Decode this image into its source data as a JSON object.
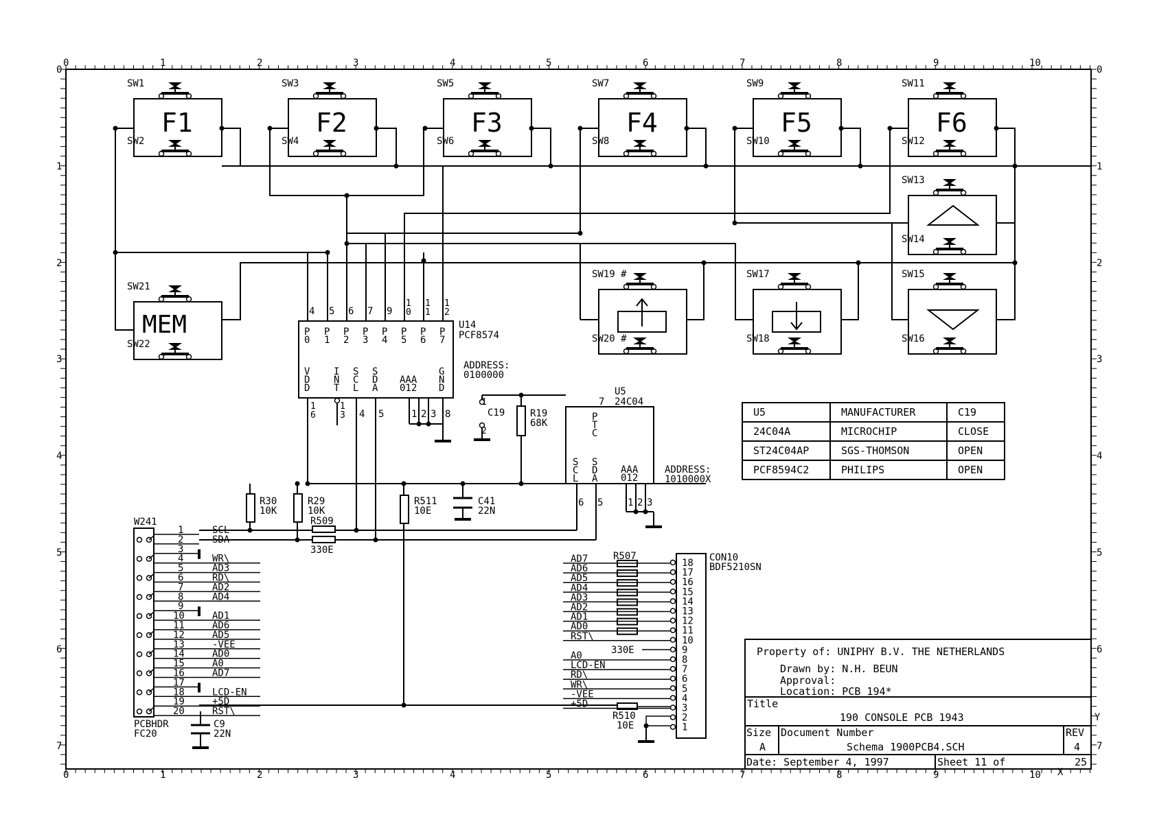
{
  "border": {
    "col_labels": [
      "0",
      "1",
      "2",
      "3",
      "4",
      "5",
      "6",
      "7",
      "8",
      "9",
      "10"
    ],
    "row_labels": [
      "0",
      "1",
      "2",
      "3",
      "4",
      "5",
      "6",
      "7"
    ],
    "x_mark": "X",
    "y_mark": "Y"
  },
  "switches": [
    {
      "top": "SW1",
      "bottom": "SW2",
      "key": "F1"
    },
    {
      "top": "SW3",
      "bottom": "SW4",
      "key": "F2"
    },
    {
      "top": "SW5",
      "bottom": "SW6",
      "key": "F3"
    },
    {
      "top": "SW7",
      "bottom": "SW8",
      "key": "F4"
    },
    {
      "top": "SW9",
      "bottom": "SW10",
      "key": "F5"
    },
    {
      "top": "SW11",
      "bottom": "SW12",
      "key": "F6"
    }
  ],
  "mem_switch": {
    "top": "SW21",
    "bottom": "SW22",
    "key": "MEM"
  },
  "arrow_switches": [
    {
      "top": "SW13",
      "bottom": "SW14",
      "key": "up-triangle"
    },
    {
      "top": "SW15",
      "bottom": "SW16",
      "key": "down-triangle"
    },
    {
      "top": "SW19 #",
      "bottom": "SW20 #",
      "key": "up-arrow"
    },
    {
      "top": "SW17",
      "bottom": "SW18",
      "key": "down-arrow"
    }
  ],
  "u14": {
    "ref": "U14",
    "part": "PCF8574",
    "top_pins": [
      "4",
      "5",
      "6",
      "7",
      "9",
      "10",
      "11",
      "12"
    ],
    "top_pin_names": [
      "P0",
      "P1",
      "P2",
      "P3",
      "P4",
      "P5",
      "P6",
      "P7"
    ],
    "bottom_pin_names": [
      "VDD",
      "INT",
      "SCL",
      "SDA",
      "A0",
      "A1",
      "A2",
      "GND"
    ],
    "bottom_pins": [
      "16",
      "13",
      "4",
      "5",
      "1",
      "2",
      "3",
      "8"
    ],
    "address_label": "ADDRESS:",
    "address_value": "0100000"
  },
  "u5": {
    "ref": "U5",
    "part": "24C04",
    "pin7": "7",
    "ptc": "PTC",
    "scl": "SCL",
    "sda": "SDA",
    "aaa": "AAA",
    "a012": "012",
    "pin_scl": "6",
    "pin_sda": "5",
    "pins_a": [
      "1",
      "2",
      "3"
    ],
    "address_label": "ADDRESS:",
    "address_value": "1010000X"
  },
  "c19": {
    "ref": "C19",
    "pin1": "1",
    "pin2": "2"
  },
  "r19": {
    "ref": "R19",
    "value": "68K"
  },
  "r30": {
    "ref": "R30",
    "value": "10K"
  },
  "r29": {
    "ref": "R29",
    "value": "10K"
  },
  "r511": {
    "ref": "R511",
    "value": "10E"
  },
  "c41": {
    "ref": "C41",
    "value": "22N"
  },
  "r509": {
    "ref": "R509",
    "value": "330E"
  },
  "r507": {
    "ref": "R507"
  },
  "r510": {
    "ref": "R510",
    "value": "10E"
  },
  "rnet_value": "330E",
  "c9": {
    "ref": "C9",
    "value": "22N"
  },
  "table": {
    "headers": [
      "U5",
      "MANUFACTURER",
      "C19"
    ],
    "rows": [
      [
        "24C04A",
        "MICROCHIP",
        "CLOSE"
      ],
      [
        "ST24C04AP",
        "SGS-THOMSON",
        "OPEN"
      ],
      [
        "PCF8594C2",
        "PHILIPS",
        "OPEN"
      ]
    ]
  },
  "w241": {
    "ref": "W241",
    "footer1": "PCBHDR",
    "footer2": "FC20",
    "pins": [
      "1",
      "2",
      "3",
      "4",
      "5",
      "6",
      "7",
      "8",
      "9",
      "10",
      "11",
      "12",
      "13",
      "14",
      "15",
      "16",
      "17",
      "18",
      "19",
      "20"
    ],
    "signals": [
      "SCL",
      "SDA",
      "",
      "WR\\",
      "AD3",
      "RD\\",
      "AD2",
      "AD4",
      "",
      "AD1",
      "AD6",
      "AD5",
      "-VEE",
      "AD0",
      "A0",
      "AD7",
      "",
      "LCD-EN",
      "+5D",
      "RST\\"
    ]
  },
  "con10": {
    "ref": "CON10",
    "part": "BDF5210SN",
    "pins": [
      "18",
      "17",
      "16",
      "15",
      "14",
      "13",
      "12",
      "11",
      "10",
      "9",
      "8",
      "7",
      "6",
      "5",
      "4",
      "3",
      "2",
      "1"
    ],
    "signals": [
      "AD7",
      "AD6",
      "AD5",
      "AD4",
      "AD3",
      "AD2",
      "AD1",
      "AD0",
      "RST\\",
      "",
      "A0",
      "LCD-EN",
      "RD\\",
      "WR\\",
      "-VEE",
      "+5D",
      "",
      ""
    ]
  },
  "title_block": {
    "property": "Property of: UNIPHY B.V.   THE NETHERLANDS",
    "drawn": "Drawn by: N.H. BEUN",
    "approval": "Approval:",
    "location": "Location: PCB 194*",
    "title_label": "Title",
    "title": "190 CONSOLE PCB 1943",
    "size_label": "Size",
    "size": "A",
    "docnum_label": "Document Number",
    "docnum": "Schema  1900PCB4.SCH",
    "rev_label": "REV",
    "rev": "4",
    "date": "Date: September  4, 1997",
    "sheet": "Sheet      11  of",
    "sheet_total": "25"
  }
}
